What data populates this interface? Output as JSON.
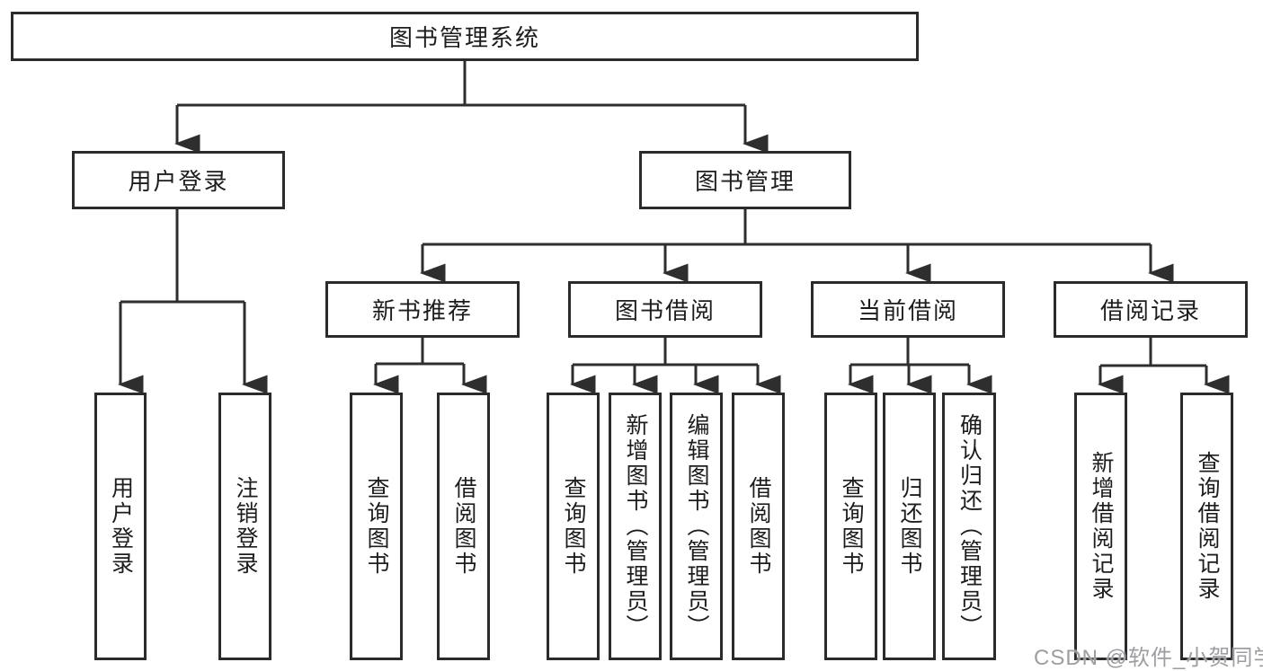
{
  "colors": {
    "background": "#ffffff",
    "line": "#2e2e2e",
    "box_border": "#2b2b2b",
    "text": "#1d1d1d",
    "watermark": "#9d9da2"
  },
  "chart_type": "tree-diagram",
  "tree": {
    "label": "图书管理系统",
    "children": [
      {
        "label": "用户登录",
        "children": [
          {
            "label": "用户登录"
          },
          {
            "label": "注销登录"
          }
        ]
      },
      {
        "label": "图书管理",
        "children": [
          {
            "label": "新书推荐",
            "children": [
              {
                "label": "查询图书"
              },
              {
                "label": "借阅图书"
              }
            ]
          },
          {
            "label": "图书借阅",
            "children": [
              {
                "label": "查询图书"
              },
              {
                "label": "新增图书（管理员）"
              },
              {
                "label": "编辑图书（管理员）"
              },
              {
                "label": "借阅图书"
              }
            ]
          },
          {
            "label": "当前借阅",
            "children": [
              {
                "label": "查询图书"
              },
              {
                "label": "归还图书"
              },
              {
                "label": "确认归还（管理员）"
              }
            ]
          },
          {
            "label": "借阅记录",
            "children": [
              {
                "label": "新增借阅记录"
              },
              {
                "label": "查询借阅记录"
              }
            ]
          }
        ]
      }
    ]
  },
  "watermark": {
    "text": "CSDN @软件_小贺同学"
  }
}
